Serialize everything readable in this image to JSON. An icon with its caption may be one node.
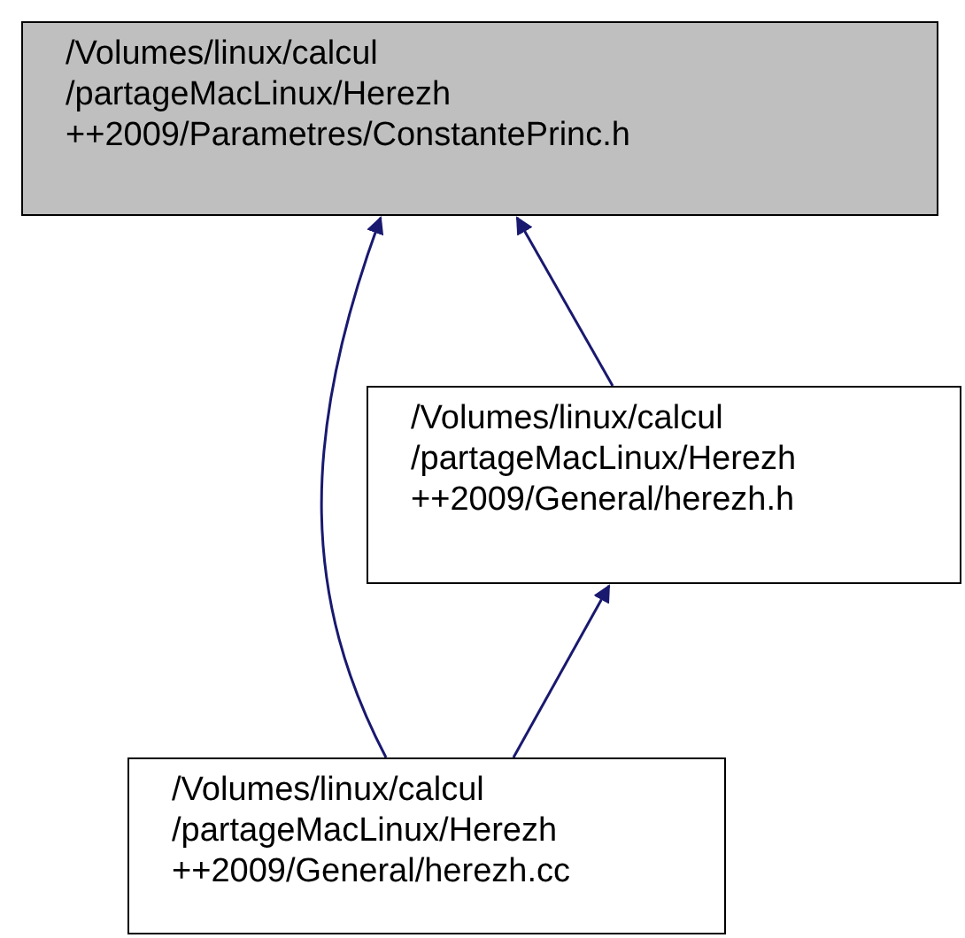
{
  "diagram": {
    "nodes": [
      {
        "text": [
          "/Volumes/linux/calcul /partageMacLinux/Herezh ++2009/Parametres/ConstantePrinc.h"
        ]
      },
      {
        "text": [
          "/Volumes/linux/calcul /partageMacLinux/Herezh ++2009/General/herezh.h"
        ]
      },
      {
        "text": [
          "/Volumes/linux/calcul /partageMacLinux/Herezh ++2009/General/herezh.cc"
        ]
      }
    ],
    "edges": [
      {
        "from": 2,
        "to": 0,
        "arrow": "to"
      },
      {
        "from": 1,
        "to": 0,
        "arrow": "to"
      },
      {
        "from": 2,
        "to": 1,
        "arrow": "to"
      }
    ]
  }
}
